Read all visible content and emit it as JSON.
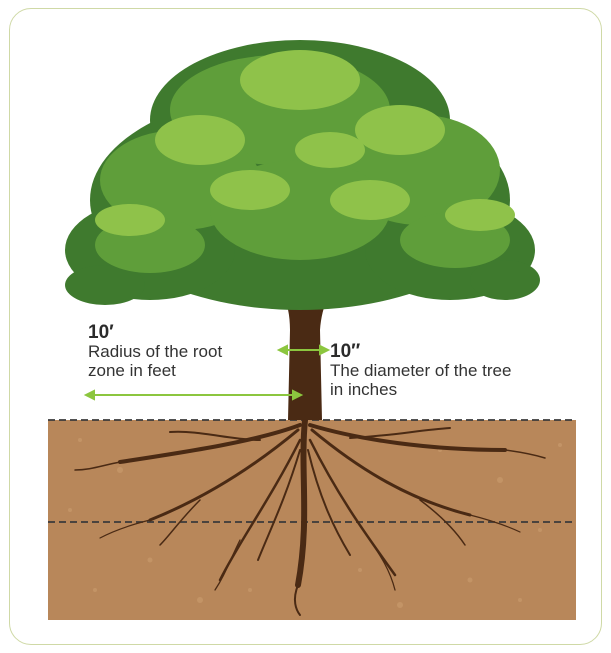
{
  "root_zone": {
    "value": "10′",
    "description": "Radius of the root zone in feet"
  },
  "trunk": {
    "value": "10″",
    "description": "The diameter of the tree in inches"
  },
  "colors": {
    "border": "#cfd9a6",
    "soil": "#b8875a",
    "soil_speckle": "#c89a6c",
    "trunk": "#4a2a14",
    "leaf_dark": "#3f7a2e",
    "leaf_mid": "#5f9e3a",
    "leaf_light": "#8fc24a",
    "arrow": "#8cc63f",
    "dashed_line": "#3a3a3a"
  }
}
